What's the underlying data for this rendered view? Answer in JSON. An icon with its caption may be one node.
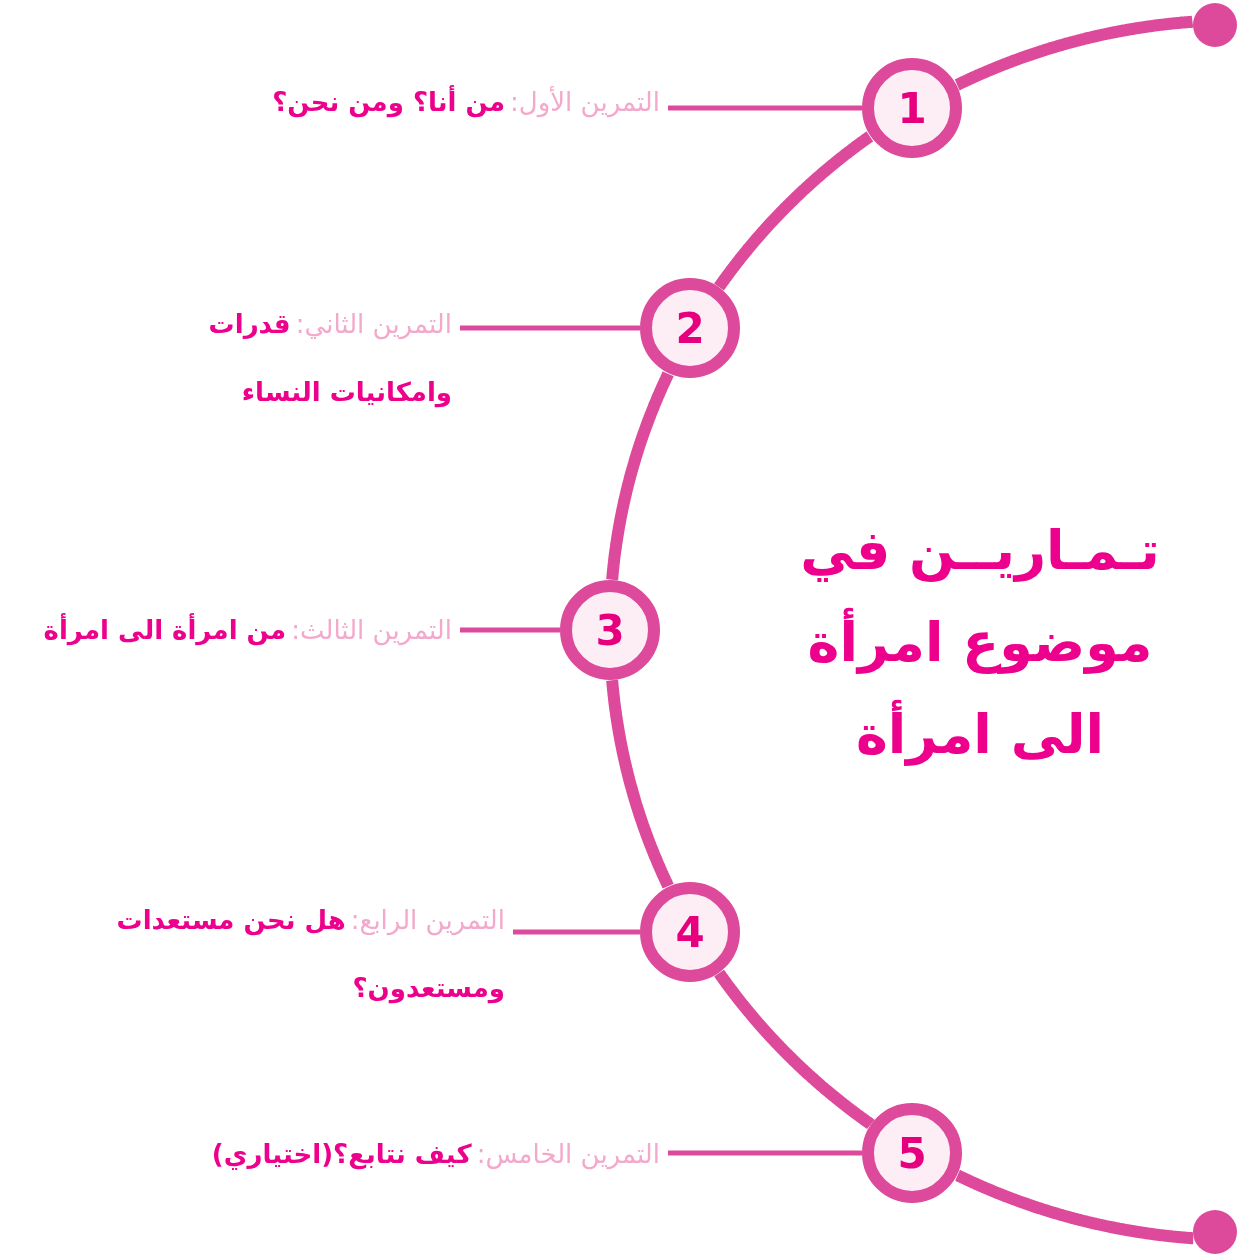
{
  "diagram": {
    "title": "تـمـاريــن في موضوع امرأة الى امرأة",
    "nodes": [
      {
        "text": [],
        "shape": "circle"
      },
      {
        "text": [
          "1"
        ]
      },
      {
        "text": [
          "التمرين الأول:",
          "من أنا؟ ومن نحن؟"
        ]
      },
      {
        "text": [
          "2"
        ]
      },
      {
        "text": [
          "التمرين الثاني:",
          "قدرات وامكانيات النساء"
        ]
      },
      {
        "text": [
          "3"
        ]
      },
      {
        "text": [
          "التمرين الثالث:",
          "من امرأة الى امرأة"
        ]
      },
      {
        "text": [
          "4"
        ]
      },
      {
        "text": [
          "التمرين الرابع:",
          "هل نحن مستعدات ومستعدون؟"
        ]
      },
      {
        "text": [
          "5"
        ]
      },
      {
        "text": [
          "التمرين الخامس:",
          "كيف نتابع؟(اختياري)"
        ]
      },
      {
        "text": [],
        "shape": "circle"
      }
    ],
    "edges": [
      {
        "from": 0,
        "to": 1,
        "arrow": "none"
      },
      {
        "from": 1,
        "to": 3,
        "arrow": "none"
      },
      {
        "from": 3,
        "to": 5,
        "arrow": "none"
      },
      {
        "from": 5,
        "to": 7,
        "arrow": "none"
      },
      {
        "from": 7,
        "to": 9,
        "arrow": "none"
      },
      {
        "from": 9,
        "to": 11,
        "arrow": "none"
      },
      {
        "from": 1,
        "to": 2,
        "arrow": "none"
      },
      {
        "from": 3,
        "to": 4,
        "arrow": "none"
      },
      {
        "from": 5,
        "to": 6,
        "arrow": "none"
      },
      {
        "from": 7,
        "to": 8,
        "arrow": "none"
      },
      {
        "from": 9,
        "to": 10,
        "arrow": "none"
      }
    ]
  }
}
